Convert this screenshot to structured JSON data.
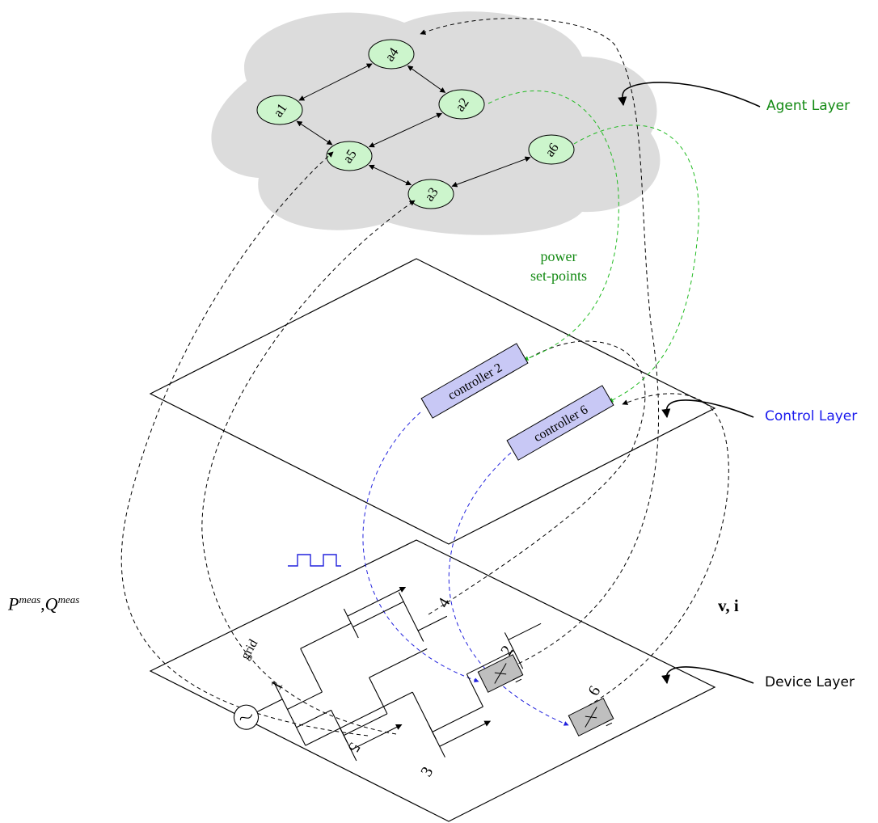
{
  "layers": {
    "agent": {
      "label": "Agent Layer",
      "color": "#138a13"
    },
    "control": {
      "label": "Control Layer",
      "color": "#1a1aee"
    },
    "device": {
      "label": "Device Layer",
      "color": "#000000"
    }
  },
  "agents": [
    {
      "id": "a4",
      "label": "a4"
    },
    {
      "id": "a1",
      "label": "a1"
    },
    {
      "id": "a2",
      "label": "a2"
    },
    {
      "id": "a5",
      "label": "a5"
    },
    {
      "id": "a6",
      "label": "a6"
    },
    {
      "id": "a3",
      "label": "a3"
    }
  ],
  "agent_links": [
    [
      "a1",
      "a4"
    ],
    [
      "a4",
      "a2"
    ],
    [
      "a1",
      "a5"
    ],
    [
      "a5",
      "a2"
    ],
    [
      "a5",
      "a3"
    ],
    [
      "a3",
      "a6"
    ]
  ],
  "controllers": [
    {
      "id": "c2",
      "label": "controller 2"
    },
    {
      "id": "c6",
      "label": "controller 6"
    }
  ],
  "annotations": {
    "power_setpoints_line1": "power",
    "power_setpoints_line2": "set-points",
    "meas": "P^meas, Q^meas",
    "meas_p": "P",
    "meas_q": "Q",
    "meas_sup": "meas",
    "vi": "v, i"
  },
  "grid": {
    "source_label": "grid",
    "buses": [
      "1",
      "2",
      "3",
      "4",
      "5",
      "6"
    ]
  },
  "colors": {
    "cloud": "#dcdcdc",
    "agent_fill": "#ccf5cc",
    "controller_fill": "#c8c8f5",
    "green_dash": "#22bb22",
    "blue_dash": "#2222dd",
    "device_fill": "#bfbfbf"
  }
}
